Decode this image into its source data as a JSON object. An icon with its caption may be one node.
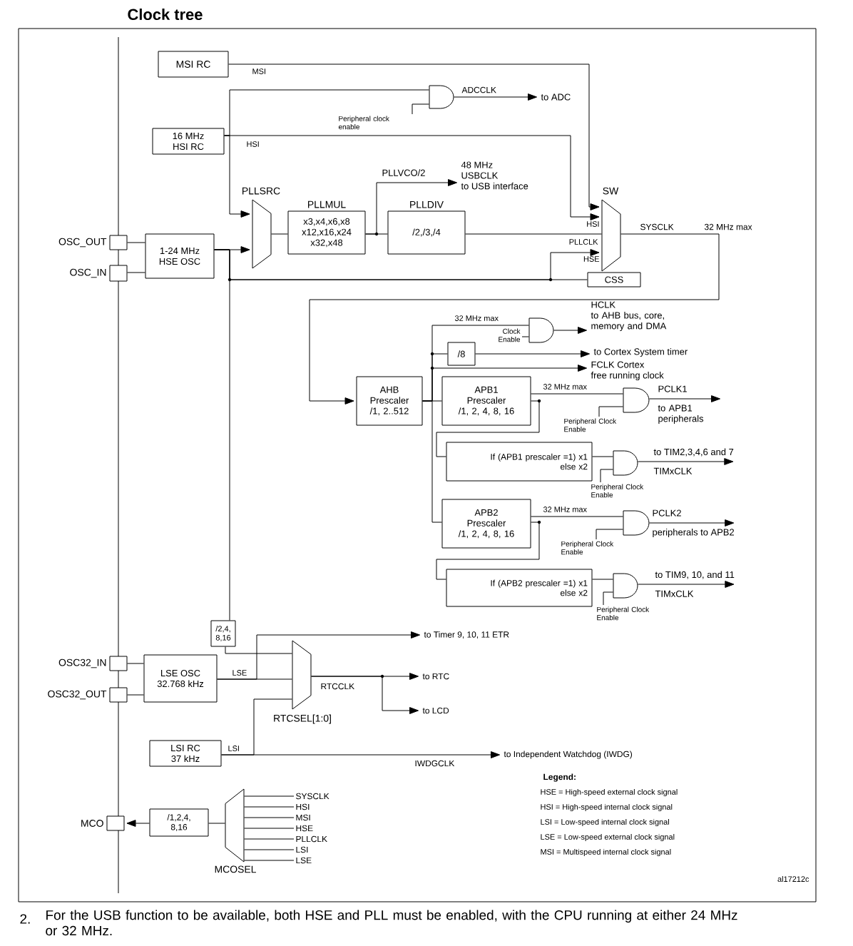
{
  "diagram": {
    "title": "Clock tree",
    "nodes": [
      {
        "text": [
          "MSI RC"
        ]
      },
      {
        "text": [
          "16 MHz",
          "HSI RC"
        ]
      },
      {
        "text": [],
        "shape": "gate"
      },
      {
        "text": [
          "Peripheral clock enable"
        ]
      },
      {
        "text": [
          "to ADC"
        ]
      },
      {
        "text": [
          "PLLSRC"
        ]
      },
      {
        "text": [
          "PLLMUL",
          "x3,x4,x6,x8 x12,x16,x24 x32,x48"
        ]
      },
      {
        "text": [
          "48 MHz",
          "USBCLK",
          "to USB interface"
        ]
      },
      {
        "text": [
          "PLLDIV",
          "/2,/3,/4"
        ]
      },
      {
        "text": [
          "SW"
        ]
      },
      {
        "text": [
          "OSC_OUT"
        ]
      },
      {
        "text": [
          "OSC_IN"
        ]
      },
      {
        "text": [
          "1-24 MHz",
          "HSE OSC"
        ]
      },
      {
        "text": [
          "CSS"
        ]
      },
      {
        "text": [
          "AHB Prescaler",
          "/1, 2..512"
        ]
      },
      {
        "text": [],
        "shape": "gate"
      },
      {
        "text": [
          "Clock Enable"
        ]
      },
      {
        "text": [
          "HCLK",
          "to AHB bus, core, memory and DMA"
        ]
      },
      {
        "text": [
          "/8"
        ]
      },
      {
        "text": [
          "to Cortex System timer"
        ]
      },
      {
        "text": [
          "FCLK Cortex",
          "free running clock"
        ]
      },
      {
        "text": [
          "APB1 Prescaler",
          "/1, 2, 4, 8, 16"
        ]
      },
      {
        "text": [],
        "shape": "gate"
      },
      {
        "text": [
          "Peripheral Clock Enable"
        ]
      },
      {
        "text": [
          "PCLK1",
          "to APB1 peripherals"
        ]
      },
      {
        "text": [
          "If (APB1 prescaler =1) x1",
          "else x2"
        ]
      },
      {
        "text": [],
        "shape": "gate"
      },
      {
        "text": [
          "Peripheral Clock Enable"
        ]
      },
      {
        "text": [
          "to TIM2,3,4,6 and 7",
          "TIMxCLK"
        ]
      },
      {
        "text": [
          "APB2 Prescaler",
          "/1, 2, 4, 8, 16"
        ]
      },
      {
        "text": [],
        "shape": "gate"
      },
      {
        "text": [
          "Peripheral Clock Enable"
        ]
      },
      {
        "text": [
          "PCLK2",
          "peripherals to APB2"
        ]
      },
      {
        "text": [
          "If (APB2 prescaler =1) x1",
          "else x2"
        ]
      },
      {
        "text": [],
        "shape": "gate"
      },
      {
        "text": [
          "Peripheral Clock Enable"
        ]
      },
      {
        "text": [
          "to TIM9, 10, and 11",
          "TIMxCLK"
        ]
      },
      {
        "text": [
          "/2,4, 8,16"
        ]
      },
      {
        "text": [
          "OSC32_IN"
        ]
      },
      {
        "text": [
          "OSC32_OUT"
        ]
      },
      {
        "text": [
          "LSE OSC",
          "32.768 kHz"
        ]
      },
      {
        "text": [
          "to Timer 9, 10, 11 ETR"
        ]
      },
      {
        "text": [
          "RTCSEL[1:0]"
        ]
      },
      {
        "text": [
          "to RTC"
        ]
      },
      {
        "text": [
          "to LCD"
        ]
      },
      {
        "text": [
          "LSI RC",
          "37 kHz"
        ]
      },
      {
        "text": [
          "to Independent Watchdog (IWDG)"
        ]
      },
      {
        "text": [
          "MCO"
        ]
      },
      {
        "text": [
          "/1,2,4, 8,16"
        ]
      },
      {
        "text": [
          "MCOSEL"
        ]
      },
      {
        "text": [
          "SYSCLK"
        ]
      },
      {
        "text": [
          "HSI"
        ]
      },
      {
        "text": [
          "MSI"
        ]
      },
      {
        "text": [
          "HSE"
        ]
      },
      {
        "text": [
          "PLLCLK"
        ]
      },
      {
        "text": [
          "LSI"
        ]
      },
      {
        "text": [
          "LSE"
        ]
      }
    ],
    "edges": [
      {
        "from": 0,
        "to": 9,
        "arrow": "to",
        "label": "MSI"
      },
      {
        "from": 1,
        "to": 9,
        "arrow": "to",
        "label": "HSI"
      },
      {
        "from": 1,
        "to": 2,
        "arrow": "none"
      },
      {
        "from": 3,
        "to": 2,
        "arrow": "none"
      },
      {
        "from": 2,
        "to": 4,
        "arrow": "to",
        "label": "ADCCLK"
      },
      {
        "from": 1,
        "to": 5,
        "arrow": "to"
      },
      {
        "from": 12,
        "to": 5,
        "arrow": "to"
      },
      {
        "from": 5,
        "to": 6,
        "arrow": "none"
      },
      {
        "from": 6,
        "to": 7,
        "arrow": "to",
        "label": "PLLVCO/2"
      },
      {
        "from": 6,
        "to": 8,
        "arrow": "none"
      },
      {
        "from": 8,
        "to": 9,
        "arrow": "none",
        "label": "PLLCLK"
      },
      {
        "from": 10,
        "to": 12,
        "arrow": "none"
      },
      {
        "from": 11,
        "to": 12,
        "arrow": "none"
      },
      {
        "from": 12,
        "to": 9,
        "arrow": "to"
      },
      {
        "from": 12,
        "to": 13,
        "arrow": "none"
      },
      {
        "from": 9,
        "to": 14,
        "arrow": "to",
        "label": "SYSCLK"
      },
      {
        "from": 14,
        "to": 15,
        "arrow": "none",
        "label": "32 MHz max"
      },
      {
        "from": 16,
        "to": 15,
        "arrow": "none"
      },
      {
        "from": 15,
        "to": 17,
        "arrow": "to"
      },
      {
        "from": 14,
        "to": 18,
        "arrow": "none"
      },
      {
        "from": 18,
        "to": 19,
        "arrow": "to"
      },
      {
        "from": 14,
        "to": 20,
        "arrow": "to"
      },
      {
        "from": 14,
        "to": 21,
        "arrow": "none"
      },
      {
        "from": 21,
        "to": 22,
        "arrow": "none",
        "label": "32 MHz max"
      },
      {
        "from": 23,
        "to": 22,
        "arrow": "none"
      },
      {
        "from": 22,
        "to": 24,
        "arrow": "to"
      },
      {
        "from": 21,
        "to": 25,
        "arrow": "none"
      },
      {
        "from": 25,
        "to": 26,
        "arrow": "none"
      },
      {
        "from": 27,
        "to": 26,
        "arrow": "none"
      },
      {
        "from": 26,
        "to": 28,
        "arrow": "to"
      },
      {
        "from": 14,
        "to": 29,
        "arrow": "none"
      },
      {
        "from": 29,
        "to": 30,
        "arrow": "none",
        "label": "32 MHz max"
      },
      {
        "from": 31,
        "to": 30,
        "arrow": "none"
      },
      {
        "from": 30,
        "to": 32,
        "arrow": "to"
      },
      {
        "from": 29,
        "to": 33,
        "arrow": "none"
      },
      {
        "from": 33,
        "to": 34,
        "arrow": "none"
      },
      {
        "from": 35,
        "to": 34,
        "arrow": "none"
      },
      {
        "from": 34,
        "to": 36,
        "arrow": "to"
      },
      {
        "from": 12,
        "to": 37,
        "arrow": "none"
      },
      {
        "from": 37,
        "to": 42,
        "arrow": "none"
      },
      {
        "from": 38,
        "to": 40,
        "arrow": "none"
      },
      {
        "from": 39,
        "to": 40,
        "arrow": "none"
      },
      {
        "from": 40,
        "to": 42,
        "arrow": "none",
        "label": "LSE"
      },
      {
        "from": 40,
        "to": 41,
        "arrow": "to"
      },
      {
        "from": 42,
        "to": 43,
        "arrow": "to",
        "label": "RTCCLK"
      },
      {
        "from": 42,
        "to": 44,
        "arrow": "to"
      },
      {
        "from": 45,
        "to": 42,
        "arrow": "none",
        "label": "LSI"
      },
      {
        "from": 45,
        "to": 46,
        "arrow": "to",
        "label": "IWDGCLK"
      },
      {
        "from": 48,
        "to": 47,
        "arrow": "to"
      },
      {
        "from": 49,
        "to": 48,
        "arrow": "none"
      },
      {
        "from": 50,
        "to": 49,
        "arrow": "none"
      },
      {
        "from": 51,
        "to": 49,
        "arrow": "none"
      },
      {
        "from": 52,
        "to": 49,
        "arrow": "none"
      },
      {
        "from": 53,
        "to": 49,
        "arrow": "none"
      },
      {
        "from": 54,
        "to": 49,
        "arrow": "none"
      },
      {
        "from": 55,
        "to": 49,
        "arrow": "none"
      },
      {
        "from": 56,
        "to": 49,
        "arrow": "none"
      }
    ],
    "labels": [
      "HSI",
      "HSE",
      "32 MHz max",
      "Legend:",
      "HSE = High-speed external clock signal",
      "HSI = High-speed internal clock signal",
      "LSI = Low-speed internal clock signal",
      "LSE = Low-speed external clock signal",
      "MSI = Multispeed internal clock signal",
      "al17212c",
      "2.",
      "For the USB function to be available, both HSE and PLL must be enabled, with the CPU running at either 24 MHz or 32 MHz."
    ]
  }
}
